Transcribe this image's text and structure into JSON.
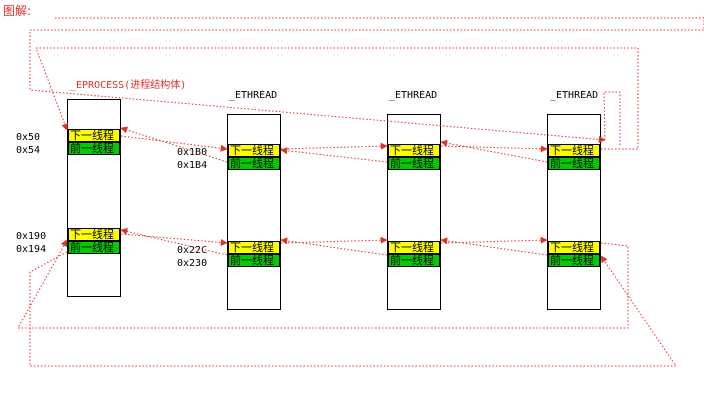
{
  "title": "图解:",
  "eprocess": {
    "label": "_EPROCESS(进程结构体)",
    "offsets_top": [
      "0x50",
      "0x54"
    ],
    "offsets_bottom": [
      "0x190",
      "0x194"
    ],
    "field_next": "下一线程",
    "field_prev": "前一线程"
  },
  "ethreads": [
    {
      "label": "_ETHREAD",
      "offsets_top": [
        "0x1B0",
        "0x1B4"
      ],
      "offsets_bottom": [
        "0x22C",
        "0x230"
      ],
      "field_next": "下一线程",
      "field_prev": "前一线程"
    },
    {
      "label": "_ETHREAD",
      "field_next": "下一线程",
      "field_prev": "前一线程"
    },
    {
      "label": "_ETHREAD",
      "field_next": "下一线程",
      "field_prev": "前一线程"
    }
  ],
  "colors": {
    "next": "#ffff00",
    "prev": "#00cc00",
    "link": "#e0302a",
    "title": "#e0302a"
  }
}
